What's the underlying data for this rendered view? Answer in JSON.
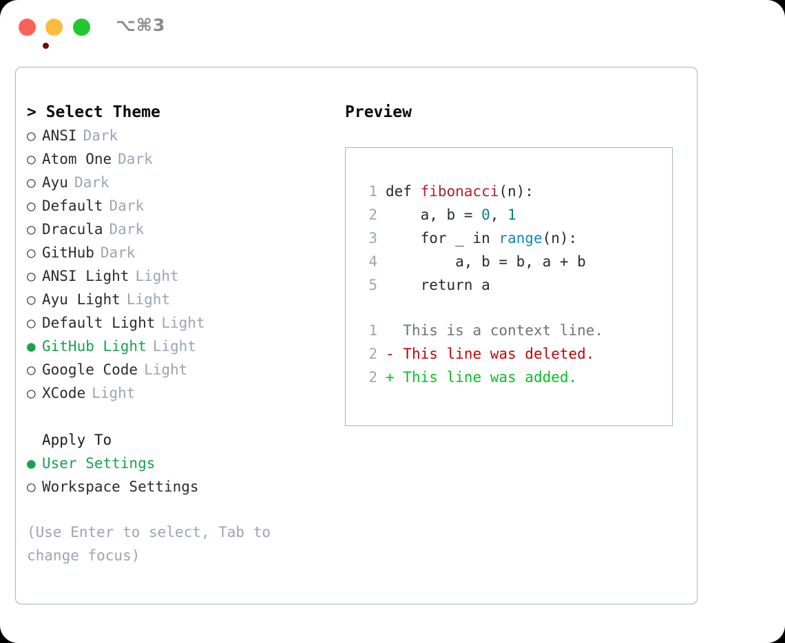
{
  "titlebar": {
    "shortcut": "⌥⌘3",
    "buttons": {
      "close": "close",
      "minimize": "minimize",
      "maximize": "maximize"
    }
  },
  "theme_picker": {
    "header": "> Select Theme",
    "bullet_selected": "●",
    "bullet_unselected": "○",
    "selected_color": "#16a34a",
    "tag_color": "#9aa5b4",
    "items": [
      {
        "bullet": "○",
        "name": "ANSI",
        "tag": "Dark",
        "selected": false
      },
      {
        "bullet": "○",
        "name": "Atom One",
        "tag": "Dark",
        "selected": false
      },
      {
        "bullet": "○",
        "name": "Ayu",
        "tag": "Dark",
        "selected": false
      },
      {
        "bullet": "○",
        "name": "Default",
        "tag": "Dark",
        "selected": false
      },
      {
        "bullet": "○",
        "name": "Dracula",
        "tag": "Dark",
        "selected": false
      },
      {
        "bullet": "○",
        "name": "GitHub",
        "tag": "Dark",
        "selected": false
      },
      {
        "bullet": "○",
        "name": "ANSI Light",
        "tag": "Light",
        "selected": false
      },
      {
        "bullet": "○",
        "name": "Ayu Light",
        "tag": "Light",
        "selected": false
      },
      {
        "bullet": "○",
        "name": "Default Light",
        "tag": "Light",
        "selected": false
      },
      {
        "bullet": "●",
        "name": "GitHub Light",
        "tag": "Light",
        "selected": true
      },
      {
        "bullet": "○",
        "name": "Google Code",
        "tag": "Light",
        "selected": false
      },
      {
        "bullet": "○",
        "name": "XCode",
        "tag": "Light",
        "selected": false
      }
    ]
  },
  "apply_to": {
    "header": "Apply To",
    "items": [
      {
        "bullet": "●",
        "name": "User Settings",
        "selected": true
      },
      {
        "bullet": "○",
        "name": "Workspace Settings",
        "selected": false
      }
    ]
  },
  "hint": "(Use Enter to select, Tab to change focus)",
  "preview": {
    "header": "Preview",
    "code_lines": [
      {
        "lineno": "1",
        "parts": [
          {
            "text": "def ",
            "style": "plain"
          },
          {
            "text": "fibonacci",
            "style": "func"
          },
          {
            "text": "(n):",
            "style": "plain"
          }
        ]
      },
      {
        "lineno": "2",
        "parts": [
          {
            "text": "    a, b = ",
            "style": "plain"
          },
          {
            "text": "0",
            "style": "num"
          },
          {
            "text": ", ",
            "style": "plain"
          },
          {
            "text": "1",
            "style": "num"
          }
        ]
      },
      {
        "lineno": "3",
        "parts": [
          {
            "text": "    for _ in ",
            "style": "plain"
          },
          {
            "text": "range",
            "style": "call"
          },
          {
            "text": "(n):",
            "style": "plain"
          }
        ]
      },
      {
        "lineno": "4",
        "parts": [
          {
            "text": "        a, b = b, a + b",
            "style": "plain"
          }
        ]
      },
      {
        "lineno": "5",
        "parts": [
          {
            "text": "    return a",
            "style": "plain"
          }
        ]
      }
    ],
    "diff_lines": [
      {
        "lineno": "1",
        "marker": "  ",
        "text": "This is a context line.",
        "kind": "ctx"
      },
      {
        "lineno": "2",
        "marker": "- ",
        "text": "This line was deleted.",
        "kind": "del"
      },
      {
        "lineno": "2",
        "marker": "+ ",
        "text": "This line was added.",
        "kind": "add"
      }
    ],
    "colors": {
      "function": "#b31d28",
      "number": "#008080",
      "call": "#1184c4",
      "context": "#6a737d",
      "deleted": "#cc0000",
      "added": "#00c41e",
      "lineno": "#9aa5b4"
    }
  }
}
